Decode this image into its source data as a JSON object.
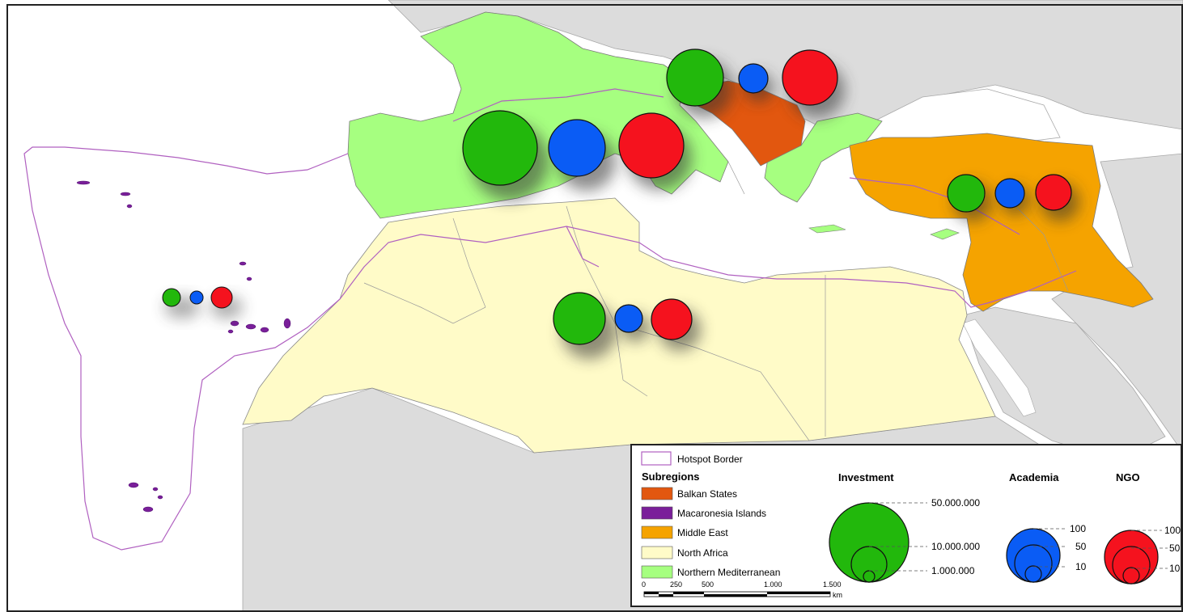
{
  "colors": {
    "land_bg": "#dcdcdc",
    "sea": "#ffffff",
    "balkan": "#e2570f",
    "macaronesia": "#7a1f9a",
    "middle_east": "#f5a300",
    "north_africa": "#fffbc8",
    "northern_med": "#a6ff80",
    "hotspot_border": "#b060c0",
    "investment": "#22b80c",
    "academia": "#0a5cf5",
    "ngo": "#f5121e"
  },
  "legend": {
    "hotspot_border_label": "Hotspot Border",
    "subregions_title": "Subregions",
    "subregions": [
      {
        "label": "Balkan States",
        "color_key": "balkan"
      },
      {
        "label": "Macaronesia Islands",
        "color_key": "macaronesia"
      },
      {
        "label": "Middle East",
        "color_key": "middle_east"
      },
      {
        "label": "North Africa",
        "color_key": "north_africa"
      },
      {
        "label": "Northern Mediterranean",
        "color_key": "northern_med"
      }
    ],
    "investment": {
      "title": "Investment",
      "levels": [
        "50.000.000",
        "10.000.000",
        "1.000.000"
      ]
    },
    "academia": {
      "title": "Academia",
      "levels": [
        "100",
        "50",
        "10"
      ]
    },
    "ngo": {
      "title": "NGO",
      "levels": [
        "100",
        "50",
        "10"
      ]
    },
    "scale": {
      "ticks": [
        "0",
        "250",
        "500",
        "1.000",
        "1.500"
      ],
      "unit": "km"
    }
  },
  "groups": [
    {
      "region": "northern-med-west",
      "investment": "large",
      "academia": "large",
      "ngo": "large"
    },
    {
      "region": "balkan-states",
      "investment": "large",
      "academia": "small",
      "ngo": "large"
    },
    {
      "region": "middle-east",
      "investment": "medium",
      "academia": "small",
      "ngo": "medium"
    },
    {
      "region": "north-africa",
      "investment": "large",
      "academia": "small",
      "ngo": "medium"
    },
    {
      "region": "macaronesia",
      "investment": "small",
      "academia": "tiny",
      "ngo": "small"
    }
  ]
}
